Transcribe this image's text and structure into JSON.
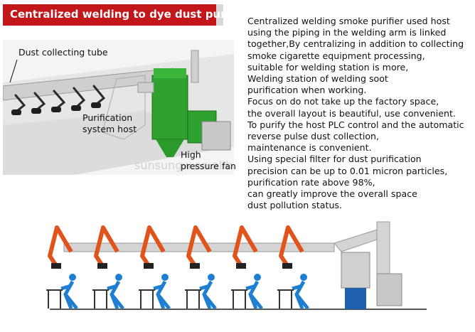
{
  "header": {
    "title": "Centralized welding to dye dust purification"
  },
  "photo": {
    "labels": {
      "dust_tube": "Dust collecting tube",
      "purification_line1": "Purification",
      "purification_line2": "system host",
      "fan_line1": "High",
      "fan_line2": "pressure fan"
    },
    "watermark": "sunsungw.en.alibaba.com"
  },
  "description": [
    "Centralized welding smoke purifier used host",
    "using the piping in the welding arm is linked",
    "together,By centralizing in addition to collecting",
    "smoke cigarette equipment processing,",
    "suitable for welding station is more,",
    "Welding station of welding soot",
    "purification when working.",
    "Focus on do not take up the factory space,",
    "the overall layout is beautiful, use convenient.",
    "To purify the host PLC control and the automatic",
    "reverse pulse dust collection,",
    "maintenance is convenient.",
    "Using special filter for dust purification",
    "precision can be up to 0.01 micron particles,",
    "purification rate above 98%,",
    "can greatly improve the overall space",
    "dust pollution status."
  ],
  "colors": {
    "header_red": "#c2161b",
    "host_green": "#2fa12f",
    "arm_orange": "#e2531c",
    "worker_blue": "#1e7fd0"
  }
}
